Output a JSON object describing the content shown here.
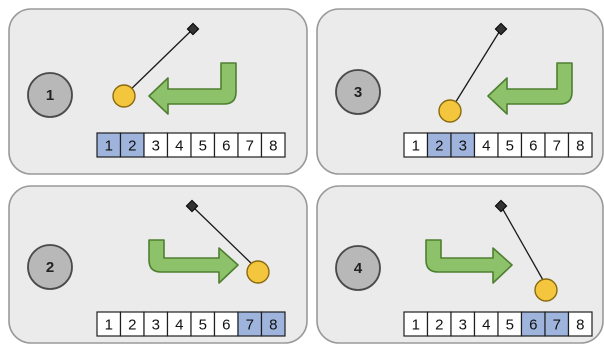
{
  "colors": {
    "panel_fill": "#ebebeb",
    "highlight_cell": "#9eb4dd",
    "plain_cell": "#ffffff",
    "bob": "#f4c63d",
    "arrow": "#8dc26b"
  },
  "panels": [
    {
      "step": "1",
      "arrow": "left-hook",
      "highlighted": [
        1,
        2
      ],
      "cells": [
        "1",
        "2",
        "3",
        "4",
        "5",
        "6",
        "7",
        "8"
      ]
    },
    {
      "step": "3",
      "arrow": "left-hook",
      "highlighted": [
        2,
        3
      ],
      "cells": [
        "1",
        "2",
        "3",
        "4",
        "5",
        "6",
        "7",
        "8"
      ]
    },
    {
      "step": "2",
      "arrow": "right-hook",
      "highlighted": [
        7,
        8
      ],
      "cells": [
        "1",
        "2",
        "3",
        "4",
        "5",
        "6",
        "7",
        "8"
      ]
    },
    {
      "step": "4",
      "arrow": "right-hook",
      "highlighted": [
        6,
        7
      ],
      "cells": [
        "1",
        "2",
        "3",
        "4",
        "5",
        "6",
        "7",
        "8"
      ]
    }
  ]
}
